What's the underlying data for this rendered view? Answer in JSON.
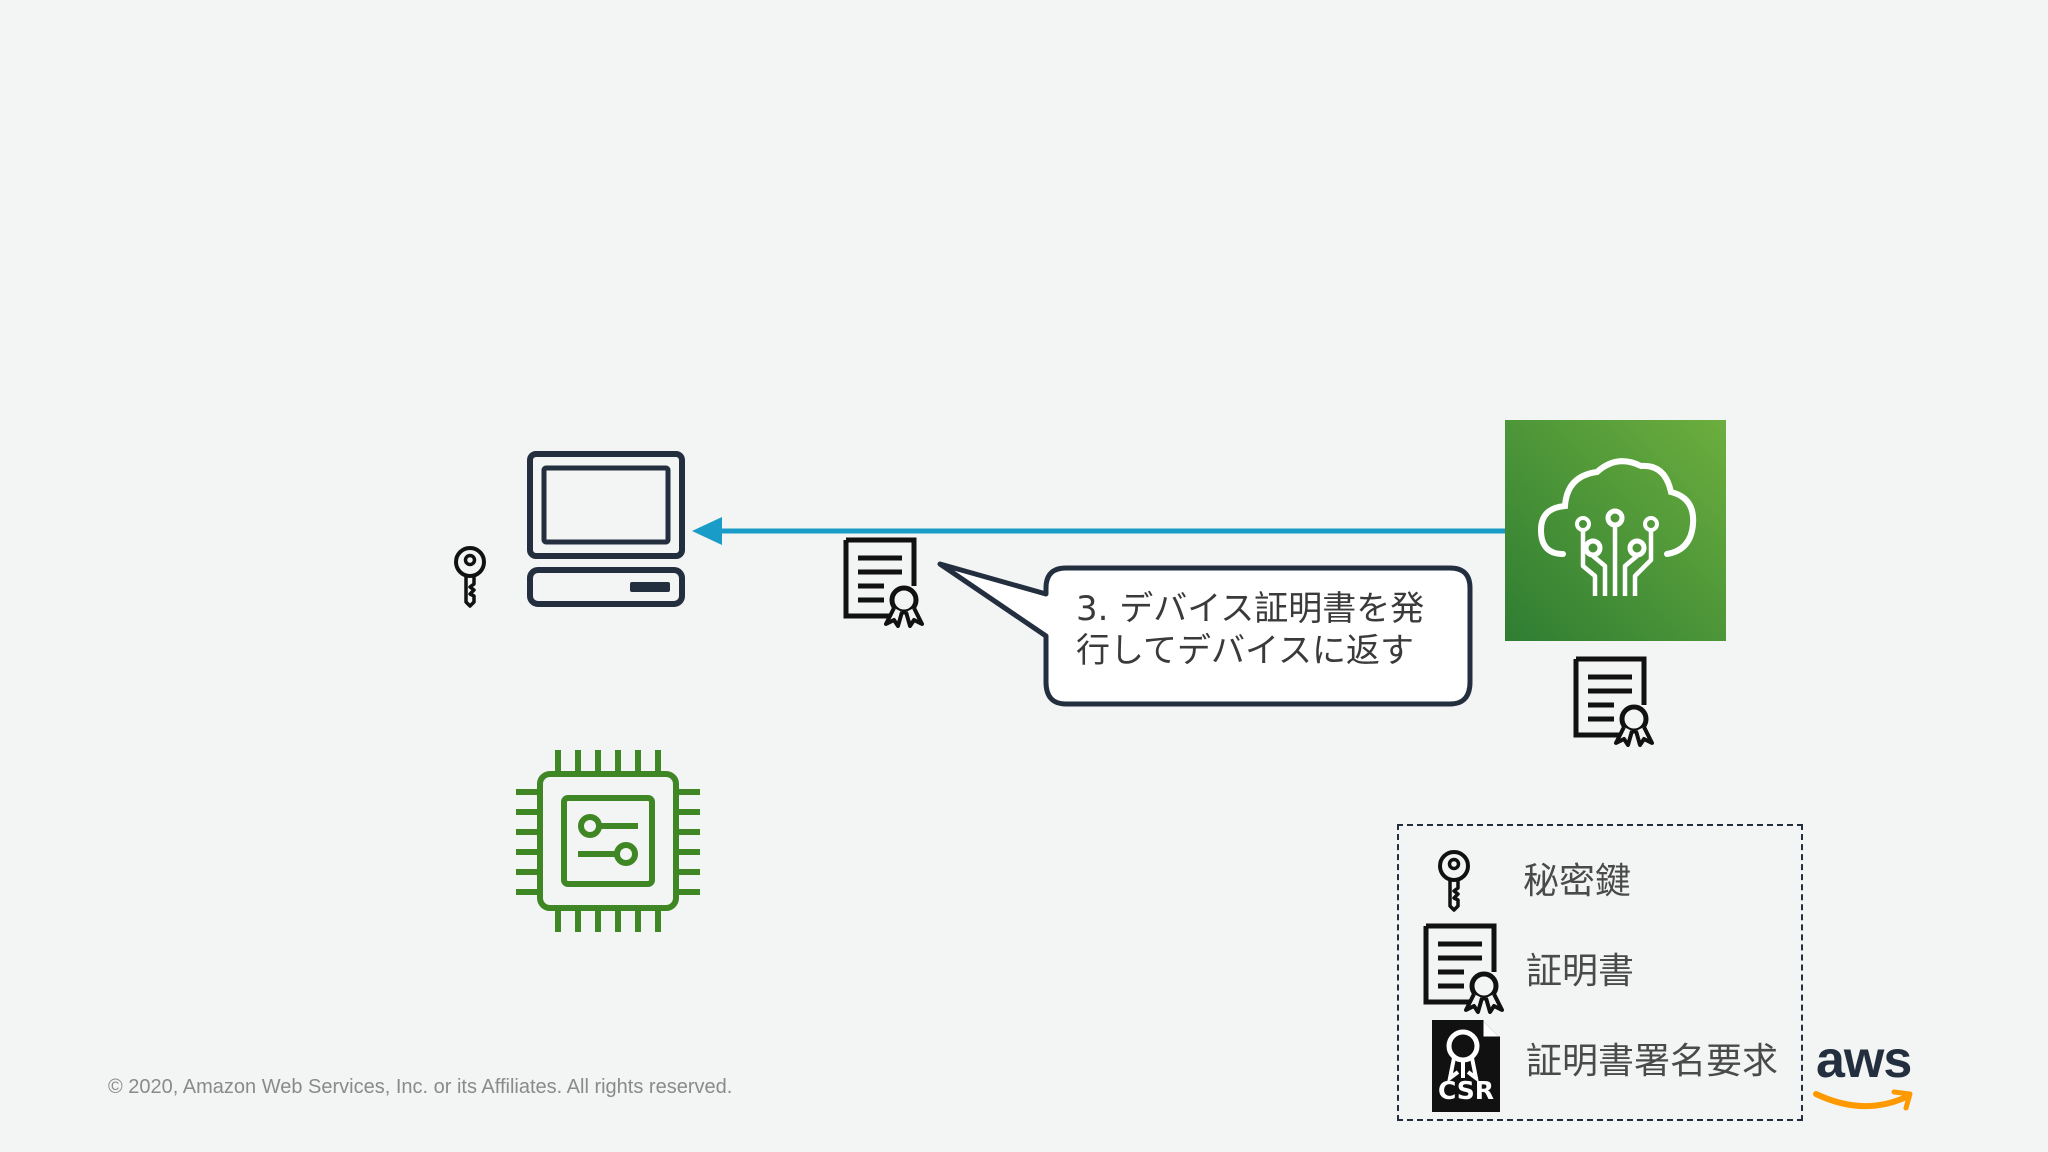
{
  "callout": {
    "line1": "3. デバイス証明書を発",
    "line2": "行してデバイスに返す"
  },
  "legend": {
    "items": [
      {
        "label": "秘密鍵",
        "icon": "key-icon"
      },
      {
        "label": "証明書",
        "icon": "certificate-icon"
      },
      {
        "label": "証明書署名要求",
        "icon": "csr-icon"
      }
    ],
    "csr_badge": "CSR"
  },
  "footer": {
    "copyright": "© 2020, Amazon Web Services, Inc. or its Affiliates. All rights reserved.",
    "logo_text": "aws"
  },
  "colors": {
    "arrow": "#1a9cc9",
    "dark": "#232f3e",
    "chip_green": "#3f8624",
    "iot_green_top": "#6cae3e",
    "iot_green_bottom": "#2e7d32",
    "aws_orange": "#ff9900"
  }
}
